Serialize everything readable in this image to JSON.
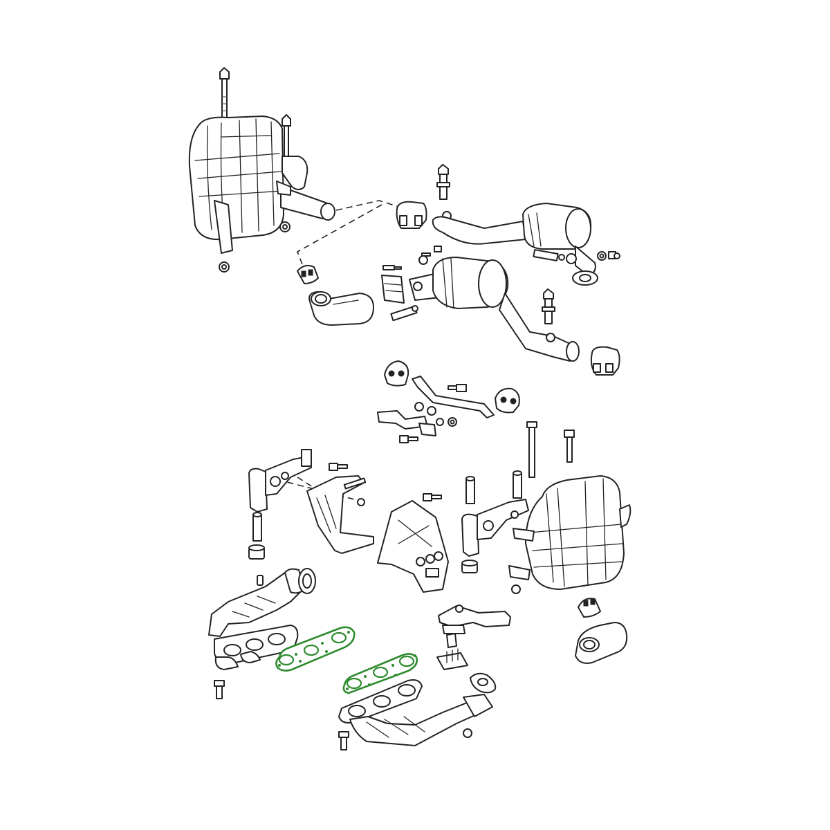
{
  "figure": {
    "type": "exploded parts diagram",
    "highlight_color": "#2e8b2e",
    "line_color": "#222222",
    "highlighted_parts": [
      "exhaust-manifold-gasket",
      "exhaust-manifold-gasket"
    ]
  }
}
